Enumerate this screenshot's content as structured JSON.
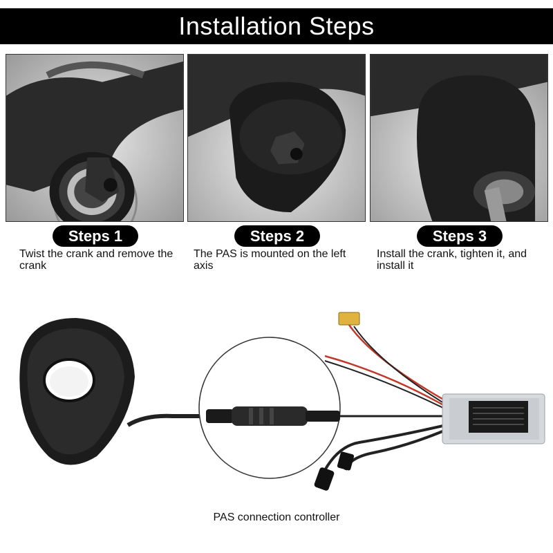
{
  "header": {
    "title": "Installation Steps"
  },
  "steps": [
    {
      "label": "Steps 1",
      "caption": "Twist the crank and remove the crank"
    },
    {
      "label": "Steps 2",
      "caption": "The PAS is mounted on the left axis"
    },
    {
      "label": "Steps 3",
      "caption": "Install the crank, tighten it, and install it"
    }
  ],
  "bottom": {
    "caption": "PAS connection controller"
  }
}
